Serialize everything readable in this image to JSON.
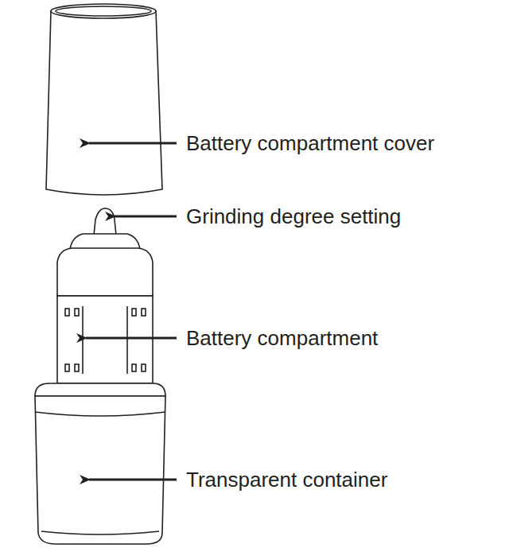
{
  "diagram": {
    "labels": [
      "Battery compartment cover",
      "Grinding degree setting",
      "Battery compartment",
      "Transparent container"
    ]
  }
}
